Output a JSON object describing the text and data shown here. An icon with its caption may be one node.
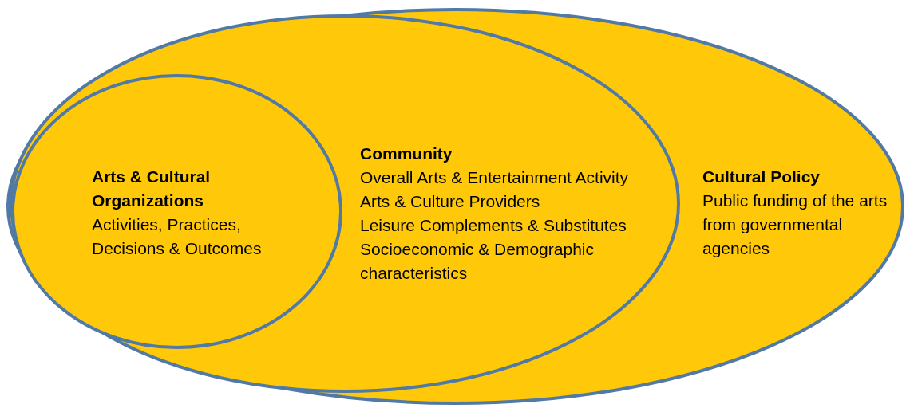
{
  "diagram": {
    "nodes": [
      {
        "text": [
          "Cultural Policy",
          "Public funding of the arts from governmental agencies"
        ]
      },
      {
        "text": [
          "Community",
          "Overall Arts & Entertainment Activity",
          "Arts & Culture Providers",
          "Leisure Complements & Substitutes",
          "Socioeconomic & Demographic characteristics"
        ],
        "in": 0
      },
      {
        "text": [
          "Arts & Cultural Organizations",
          "Activities, Practices, Decisions & Outcomes"
        ],
        "in": 1
      }
    ]
  }
}
